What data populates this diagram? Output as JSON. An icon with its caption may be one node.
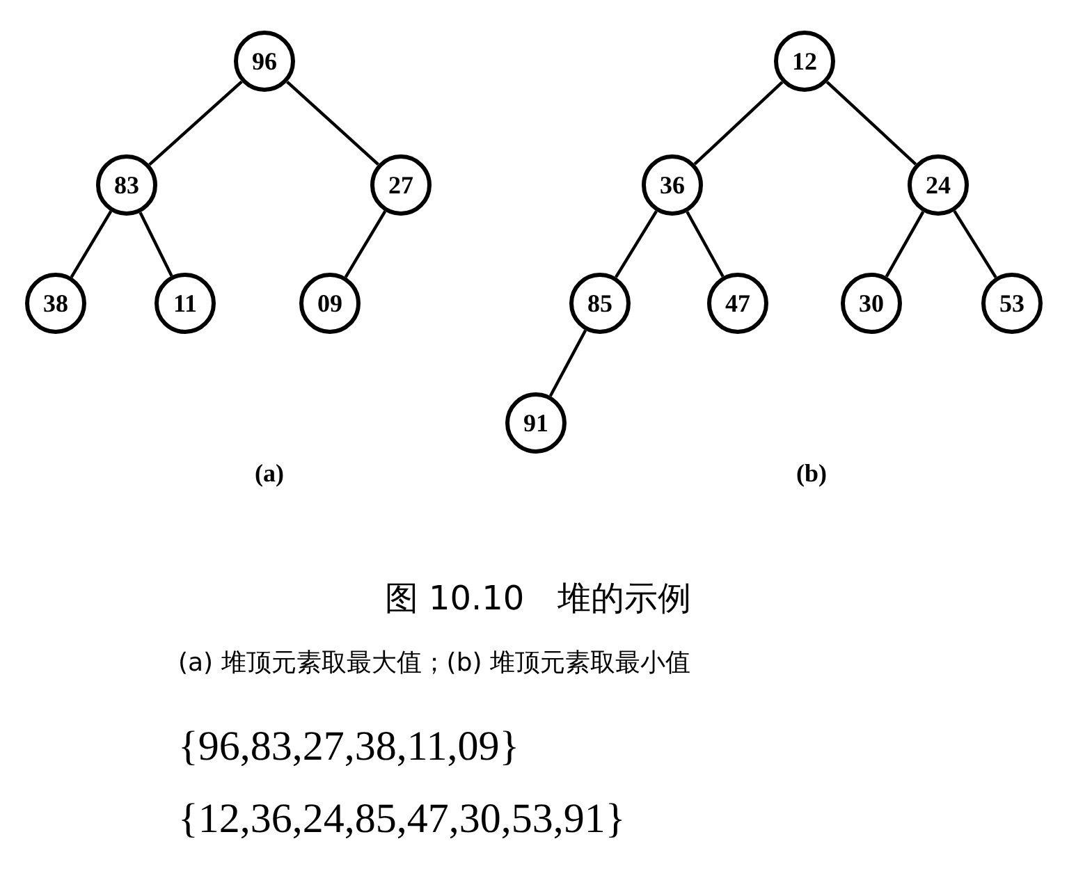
{
  "diagram": {
    "caption": "图 10.10　堆的示例",
    "nodes": [
      {
        "text": [
          "96"
        ]
      },
      {
        "text": [
          "83"
        ]
      },
      {
        "text": [
          "27"
        ]
      },
      {
        "text": [
          "38"
        ]
      },
      {
        "text": [
          "11"
        ]
      },
      {
        "text": [
          "09"
        ]
      },
      {
        "text": [
          "12"
        ]
      },
      {
        "text": [
          "36"
        ]
      },
      {
        "text": [
          "24"
        ]
      },
      {
        "text": [
          "85"
        ]
      },
      {
        "text": [
          "47"
        ]
      },
      {
        "text": [
          "30"
        ]
      },
      {
        "text": [
          "53"
        ]
      },
      {
        "text": [
          "91"
        ]
      }
    ],
    "edges": [
      {
        "from": 0,
        "to": 1,
        "arrow": "none"
      },
      {
        "from": 0,
        "to": 2,
        "arrow": "none"
      },
      {
        "from": 1,
        "to": 3,
        "arrow": "none"
      },
      {
        "from": 1,
        "to": 4,
        "arrow": "none"
      },
      {
        "from": 2,
        "to": 5,
        "arrow": "none"
      },
      {
        "from": 6,
        "to": 7,
        "arrow": "none"
      },
      {
        "from": 6,
        "to": 8,
        "arrow": "none"
      },
      {
        "from": 7,
        "to": 9,
        "arrow": "none"
      },
      {
        "from": 7,
        "to": 10,
        "arrow": "none"
      },
      {
        "from": 8,
        "to": 11,
        "arrow": "none"
      },
      {
        "from": 8,
        "to": 12,
        "arrow": "none"
      },
      {
        "from": 9,
        "to": 13,
        "arrow": "none"
      }
    ],
    "labels": [
      "(a)",
      "(b)",
      "(a) 堆顶元素取最大值；(b) 堆顶元素取最小值",
      "{96,83,27,38,11,09}",
      "{12,36,24,85,47,30,53,91}"
    ]
  }
}
